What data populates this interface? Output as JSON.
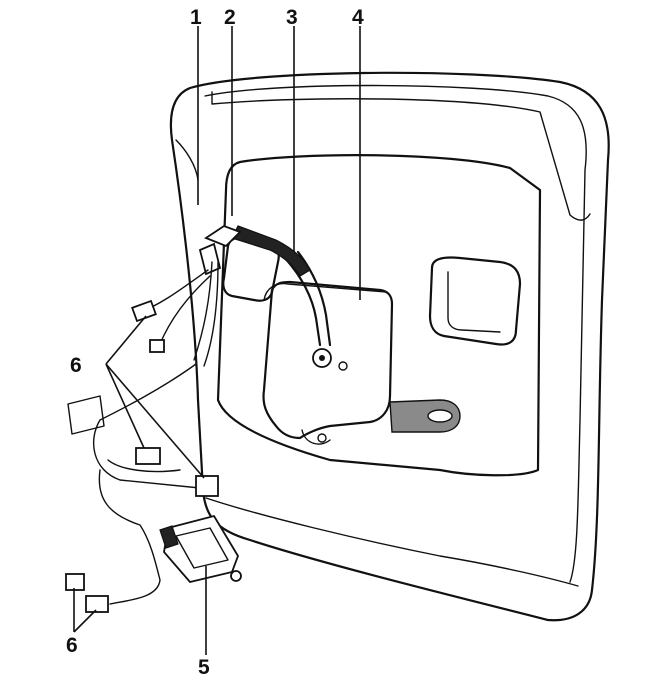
{
  "diagram": {
    "callouts": [
      "1",
      "2",
      "3",
      "4",
      "6",
      "6",
      "5"
    ]
  }
}
